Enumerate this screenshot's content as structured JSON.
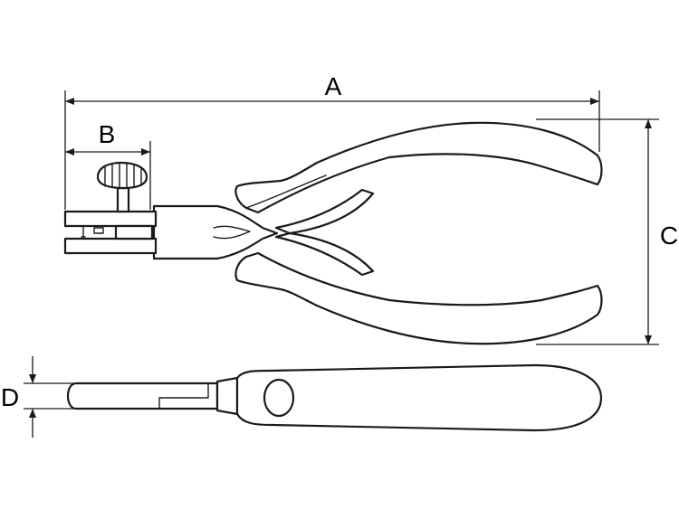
{
  "dimensions": {
    "a": "A",
    "b": "B",
    "c": "C",
    "d": "D"
  },
  "colors": {
    "stroke": "#1a1a1a",
    "background": "#ffffff"
  }
}
